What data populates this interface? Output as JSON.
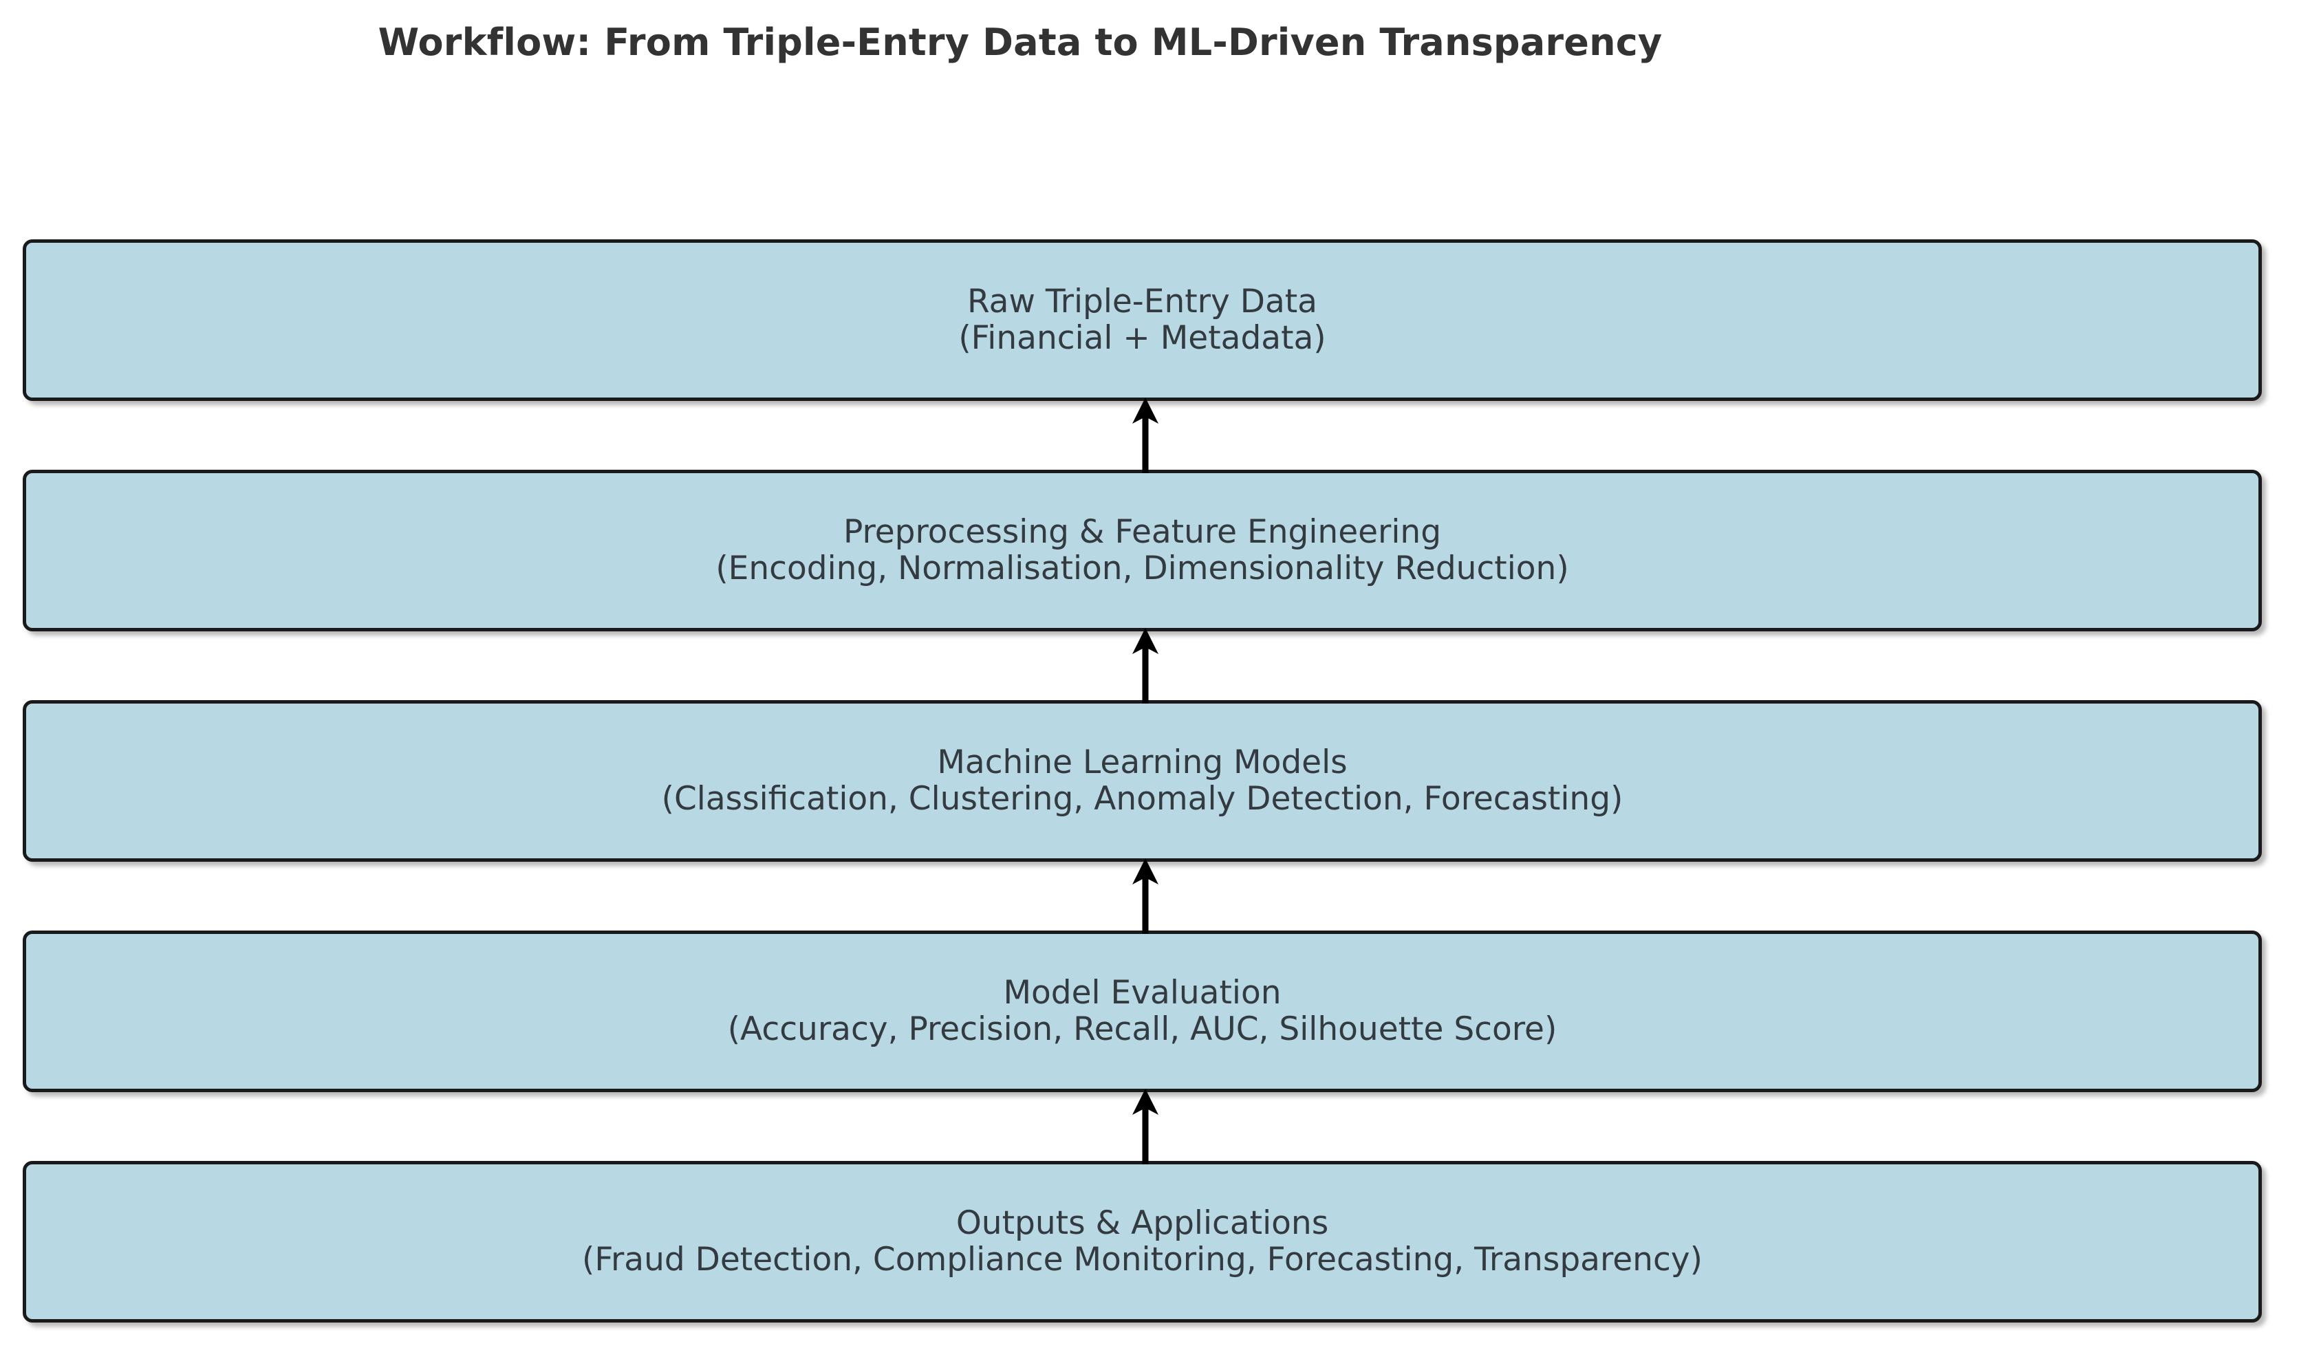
{
  "title": "Workflow: From Triple-Entry Data to ML-Driven Transparency",
  "colors": {
    "node_fill": "#b8d8e4",
    "node_border": "#1a1a1a",
    "text": "#333a40",
    "title_text": "#333333",
    "background": "#ffffff",
    "arrow": "#000000"
  },
  "flow": {
    "direction": "bottom-to-top",
    "nodes": [
      {
        "id": "raw-triple-entry-data",
        "title": "Raw Triple-Entry Data",
        "subtitle": "(Financial + Metadata)"
      },
      {
        "id": "preprocessing-feature-engineering",
        "title": "Preprocessing & Feature Engineering",
        "subtitle": "(Encoding, Normalisation, Dimensionality Reduction)"
      },
      {
        "id": "machine-learning-models",
        "title": "Machine Learning Models",
        "subtitle": "(Classification, Clustering, Anomaly Detection, Forecasting)"
      },
      {
        "id": "model-evaluation",
        "title": "Model Evaluation",
        "subtitle": "(Accuracy, Precision, Recall, AUC, Silhouette Score)"
      },
      {
        "id": "outputs-applications",
        "title": "Outputs & Applications",
        "subtitle": "(Fraud Detection, Compliance Monitoring, Forecasting, Transparency)"
      }
    ],
    "connectors": [
      {
        "from": "preprocessing-feature-engineering",
        "to": "raw-triple-entry-data",
        "icon": "up-arrow-icon"
      },
      {
        "from": "machine-learning-models",
        "to": "preprocessing-feature-engineering",
        "icon": "up-arrow-icon"
      },
      {
        "from": "model-evaluation",
        "to": "machine-learning-models",
        "icon": "up-arrow-icon"
      },
      {
        "from": "outputs-applications",
        "to": "model-evaluation",
        "icon": "up-arrow-icon"
      }
    ]
  }
}
